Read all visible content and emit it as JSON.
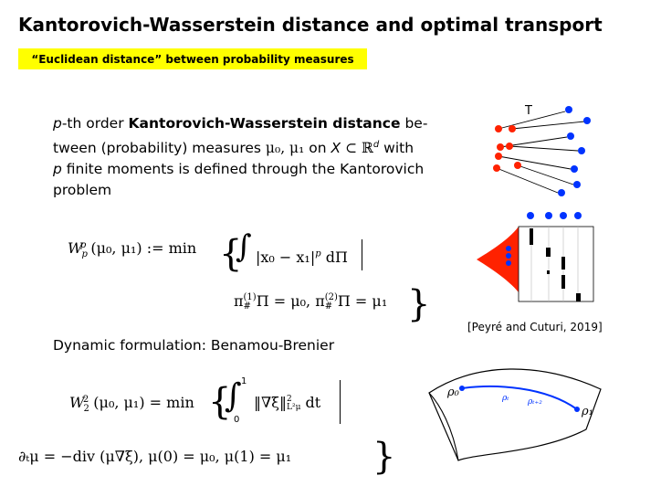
{
  "slide": {
    "title": "Kantorovich-Wasserstein distance and optimal transport",
    "subtitle": "“Euclidean distance” between probability measures",
    "para": {
      "p": "p",
      "t1": "-th order ",
      "bold": "Kantorovich-Wasserstein distance",
      "t2": " be-",
      "t3": "tween (probability) measures ",
      "mu01": "μ₀, μ₁",
      "t4": " on ",
      "X": "X",
      "subset": " ⊂ ℝ",
      "d": "d",
      "t5": " with",
      "p2": "p",
      "t6": " finite moments is defined through the Kantorovich",
      "t7": "problem"
    },
    "eq1": {
      "lhs": "W",
      "sub": "p",
      "sup": "p",
      "args": "(μ₀, μ₁) := min",
      "integrand": "|x₀ − x₁|",
      "pow": "p",
      "dpi": " dΠ"
    },
    "eq2": {
      "text": "π",
      "sup1": "(1)",
      "sub1": "#",
      "mid": "Π = μ₀, π",
      "sup2": "(2)",
      "sub2": "#",
      "end": "Π = μ₁"
    },
    "reference": "[Peyré and Cuturi, 2019]",
    "dynamic": "Dynamic formulation: Benamou-Brenier",
    "eq3": {
      "lhs": "W",
      "sub": "2",
      "sup": "2",
      "args": "(μ₀, μ₁) = min",
      "upper": "1",
      "lower": "0",
      "integrand": "‖∇ξ‖",
      "norm_sup": "2",
      "norm_sub": "L²μ",
      "dt": " dt"
    },
    "eq4": "∂ₜμ = −div (μ∇ξ), μ(0) = μ₀, μ(1) = μ₁",
    "figure_labels": {
      "T": "T",
      "rho0": "ρ₀",
      "rho1": "ρ₁",
      "rhot": "ρₜ",
      "rhot2": "ρₜ₊₂"
    },
    "colors": {
      "red": "#ff2200",
      "blue": "#0033ff",
      "highlight": "#ffff00"
    }
  }
}
